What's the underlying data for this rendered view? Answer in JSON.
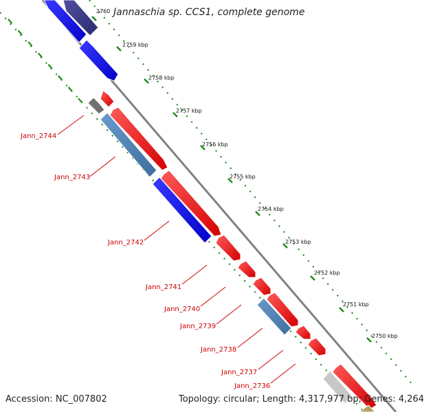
{
  "header": {
    "genome_title": "Jannaschia sp. CCS1, complete genome"
  },
  "footer": {
    "accession": "Accession: NC_007802",
    "topology": "Topology: circular; Length: 4,317,977 bp; Genes: 4,264"
  },
  "ruler": {
    "labels": [
      "2760",
      "2759 kbp",
      "2758 kbp",
      "2757 kbp",
      "2756 kbp",
      "2755 kbp",
      "2754 kbp",
      "2753 kbp",
      "2752 kbp",
      "2751 kbp",
      "2750 kbp"
    ]
  },
  "genes": {
    "labels": [
      "Jann_2744",
      "Jann_2743",
      "Jann_2742",
      "Jann_2741",
      "Jann_2740",
      "Jann_2739",
      "Jann_2738",
      "Jann_2737",
      "Jann_2736"
    ]
  },
  "colors": {
    "forward_strand": "#ff0000",
    "reverse_strand": "#0000ee",
    "steelblue": "#4a82b4",
    "dark_blue": "#3a3a8a",
    "grey": "#707070",
    "light_grey": "#c8c8c8",
    "olive": "#b8a060",
    "dots": "#1a8a1a",
    "backbone": "#808080",
    "label_red": "#cc0000"
  }
}
